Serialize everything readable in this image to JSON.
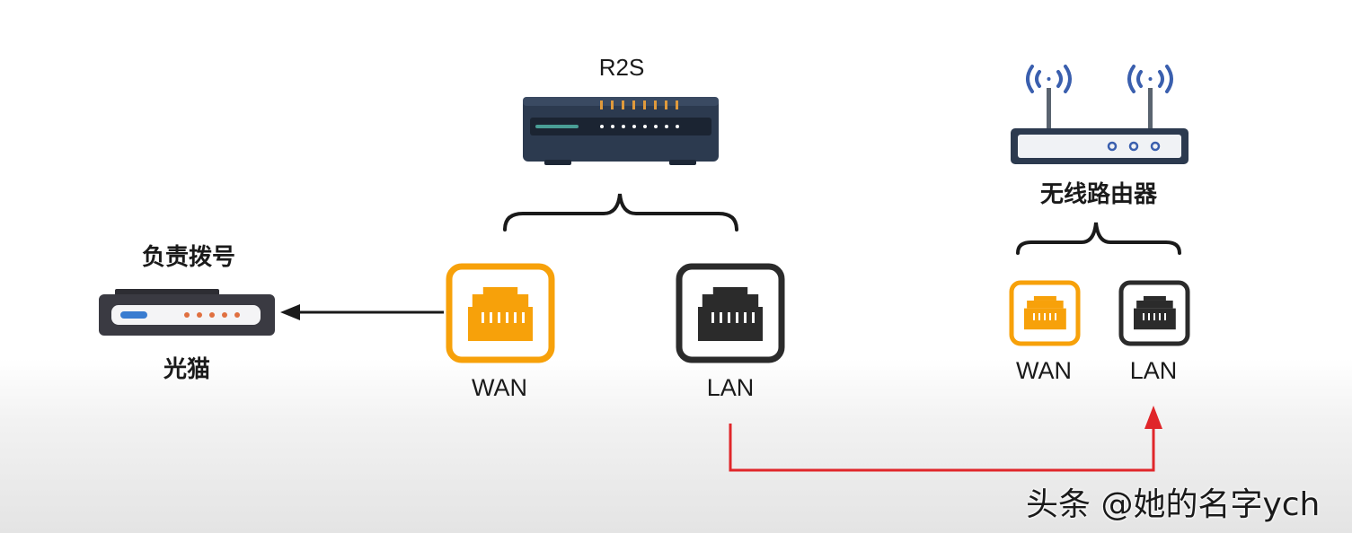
{
  "r2s": {
    "label": "R2S"
  },
  "modem": {
    "top_label": "负责拨号",
    "bottom_label": "光猫"
  },
  "ports": {
    "r2s_wan": "WAN",
    "r2s_lan": "LAN",
    "router_wan": "WAN",
    "router_lan": "LAN"
  },
  "router": {
    "label": "无线路由器"
  },
  "watermark": {
    "text": "头条 @她的名字ych"
  },
  "colors": {
    "wan_orange": "#f7a10a",
    "lan_dark": "#2b2b2b",
    "device_navy": "#2c3a4f",
    "link_red": "#e0262a",
    "signal_blue": "#3a5fae"
  }
}
